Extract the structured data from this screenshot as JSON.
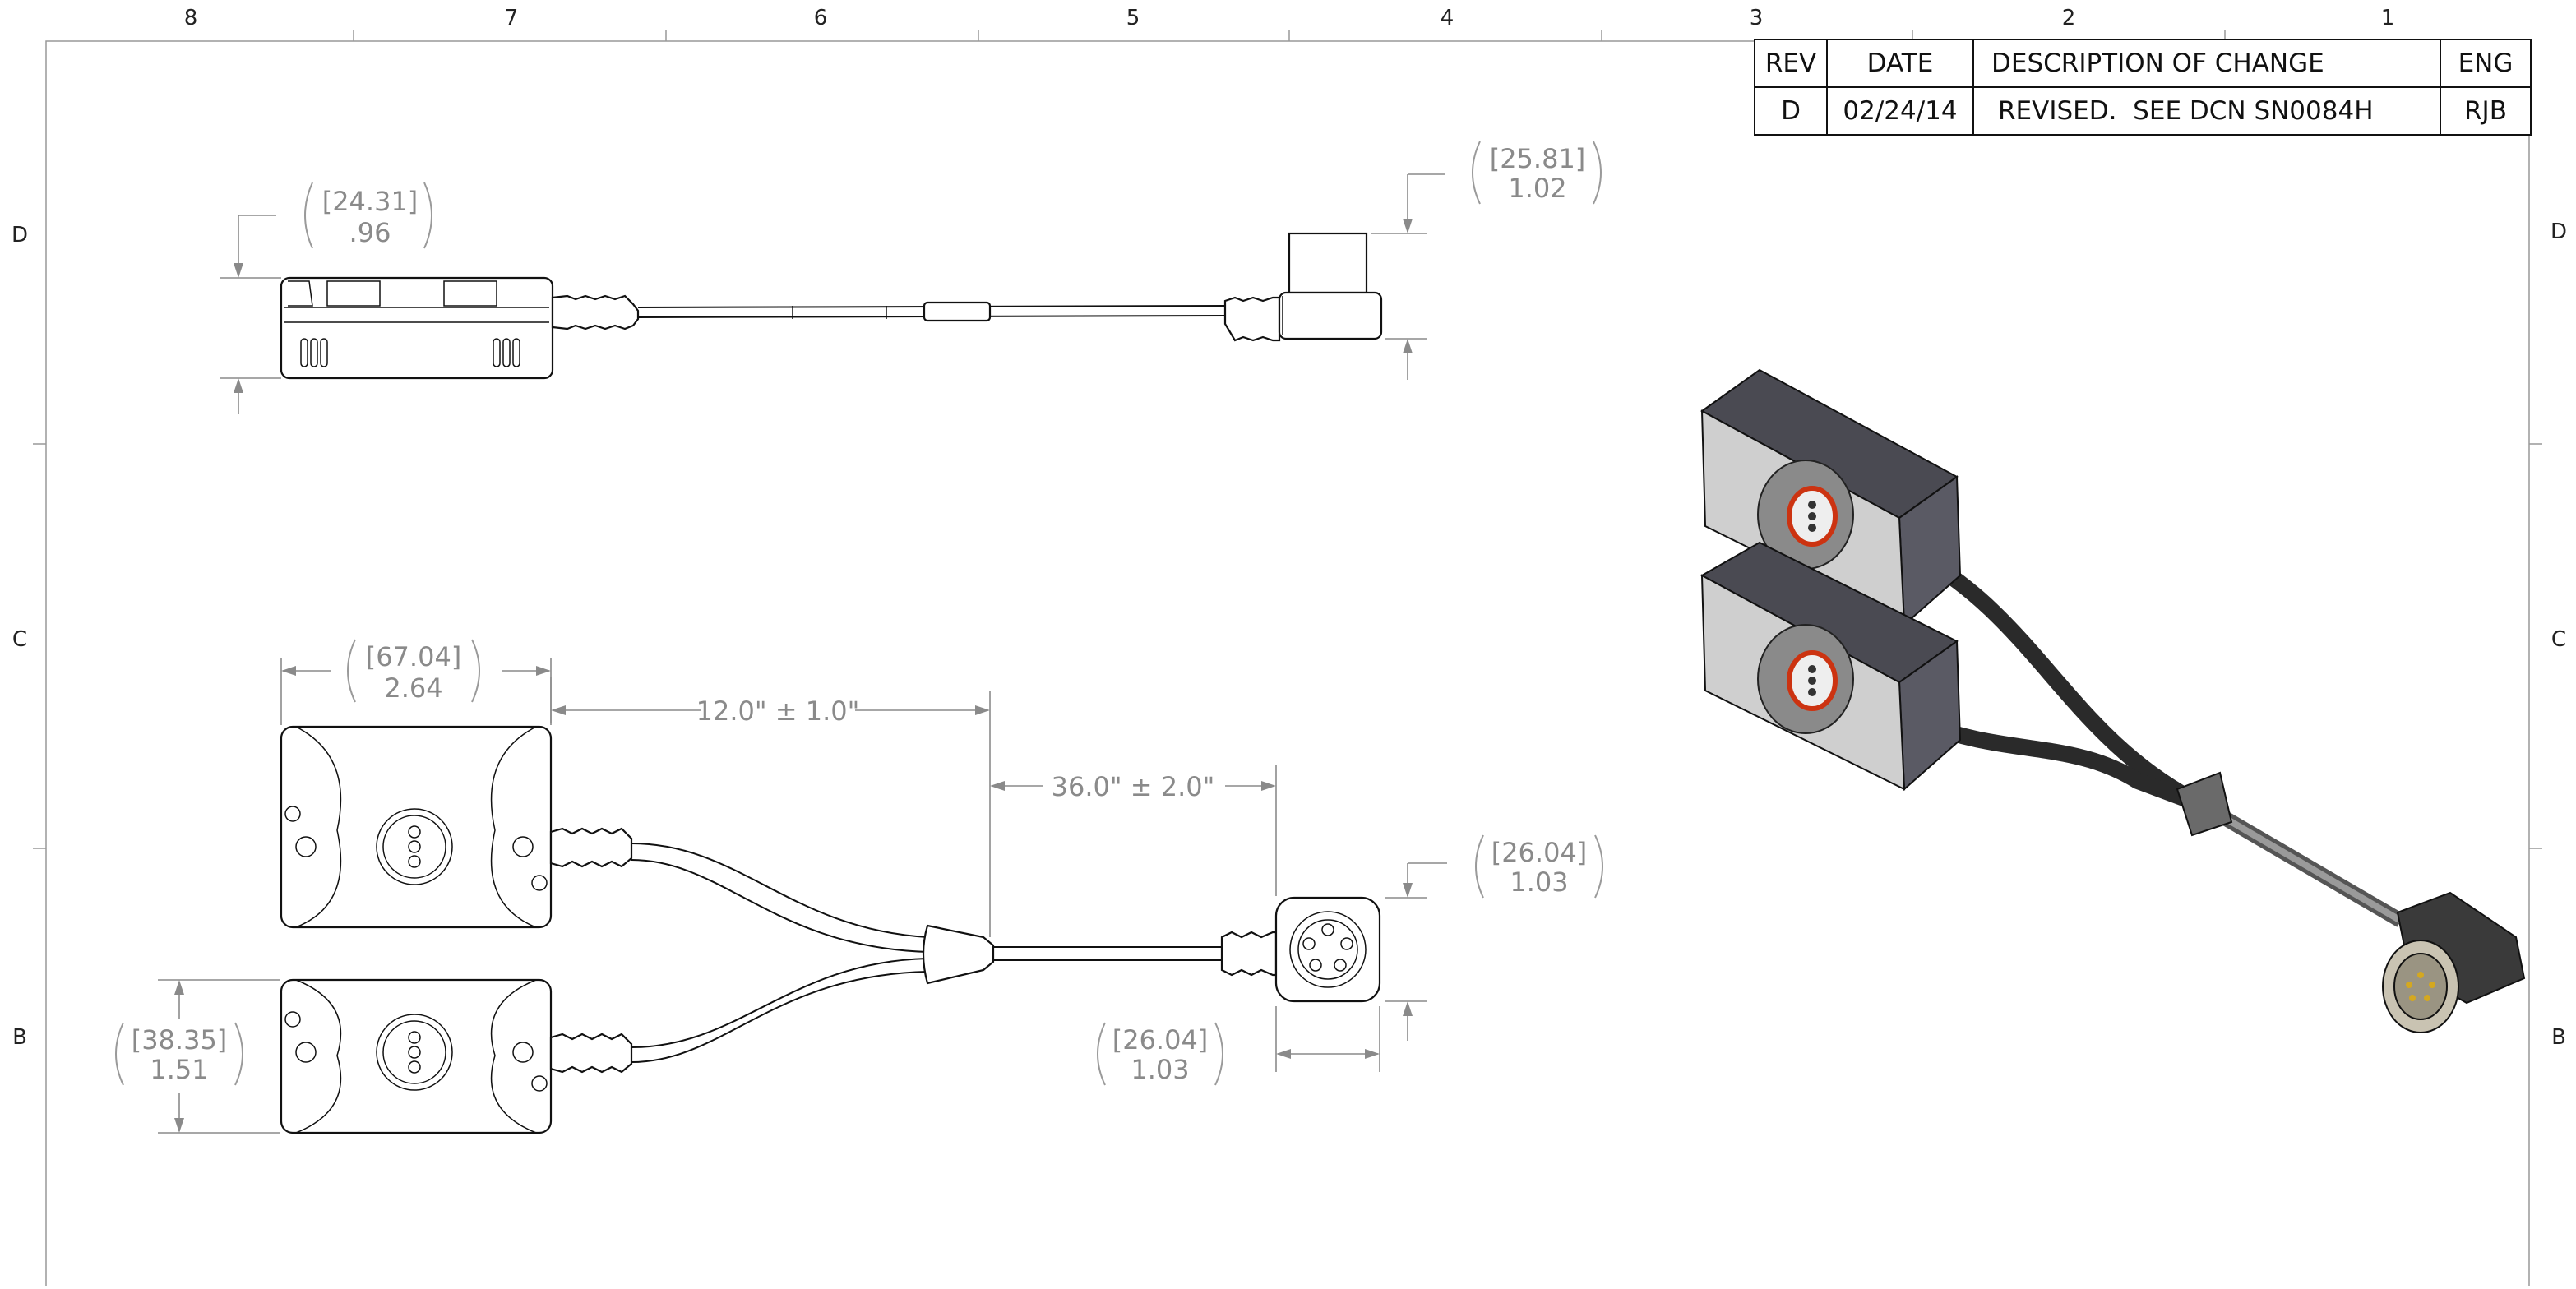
{
  "zones": {
    "top": [
      "8",
      "7",
      "6",
      "5",
      "4",
      "3",
      "2",
      "1"
    ],
    "left": [
      "D",
      "C",
      "B"
    ],
    "right": [
      "D",
      "C",
      "B"
    ]
  },
  "revision_table": {
    "headers": [
      "REV",
      "DATE",
      "DESCRIPTION OF CHANGE",
      "ENG"
    ],
    "rows": [
      [
        "D",
        "02/24/14",
        "REVISED.  SEE DCN SN0084H",
        "RJB"
      ]
    ]
  },
  "dimensions": {
    "side_height": {
      "mm": "[24.31]",
      "inch": ".96"
    },
    "plug_height": {
      "mm": "[25.81]",
      "inch": "1.02"
    },
    "module_width": {
      "mm": "[67.04]",
      "inch": "2.64"
    },
    "y_branch_length": "12.0\" ± 1.0\"",
    "trunk_length": "36.0\" ± 2.0\"",
    "plug_face_height": {
      "mm": "[26.04]",
      "inch": "1.03"
    },
    "module_height": {
      "mm": "[38.35]",
      "inch": "1.51"
    },
    "plug_face_width": {
      "mm": "[26.04]",
      "inch": "1.03"
    }
  }
}
